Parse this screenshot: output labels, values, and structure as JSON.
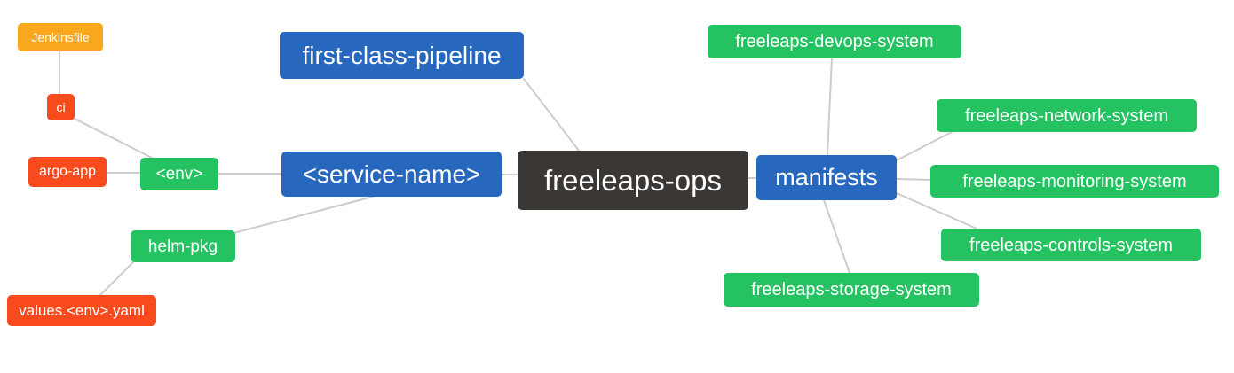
{
  "nodes": {
    "root": {
      "label": "freeleaps-ops",
      "color": "#3B3734"
    },
    "first_class_pipeline": {
      "label": "first-class-pipeline",
      "color": "#2767BE"
    },
    "service_name": {
      "label": "<service-name>",
      "color": "#2767BE"
    },
    "manifests": {
      "label": "manifests",
      "color": "#2767BE"
    },
    "env": {
      "label": "<env>",
      "color": "#25C261"
    },
    "helm_pkg": {
      "label": "helm-pkg",
      "color": "#25C261"
    },
    "ci": {
      "label": "ci",
      "color": "#F84A1D"
    },
    "argo_app": {
      "label": "argo-app",
      "color": "#F84A1D"
    },
    "values_env_yaml": {
      "label": "values.<env>.yaml",
      "color": "#F84A1D"
    },
    "jenkinsfile": {
      "label": "Jenkinsfile",
      "color": "#F9A81D"
    },
    "devops_system": {
      "label": "freeleaps-devops-system",
      "color": "#25C261"
    },
    "network_system": {
      "label": "freeleaps-network-system",
      "color": "#25C261"
    },
    "monitoring_system": {
      "label": "freeleaps-monitoring-system",
      "color": "#25C261"
    },
    "controls_system": {
      "label": "freeleaps-controls-system",
      "color": "#25C261"
    },
    "storage_system": {
      "label": "freeleaps-storage-system",
      "color": "#25C261"
    }
  },
  "edges": [
    {
      "from": "jenkinsfile",
      "to": "ci"
    },
    {
      "from": "ci",
      "to": "env"
    },
    {
      "from": "argo_app",
      "to": "env"
    },
    {
      "from": "env",
      "to": "service_name"
    },
    {
      "from": "helm_pkg",
      "to": "service_name"
    },
    {
      "from": "values_env_yaml",
      "to": "helm_pkg"
    },
    {
      "from": "first_class_pipeline",
      "to": "root"
    },
    {
      "from": "service_name",
      "to": "root"
    },
    {
      "from": "root",
      "to": "manifests"
    },
    {
      "from": "manifests",
      "to": "devops_system"
    },
    {
      "from": "manifests",
      "to": "network_system"
    },
    {
      "from": "manifests",
      "to": "monitoring_system"
    },
    {
      "from": "manifests",
      "to": "controls_system"
    },
    {
      "from": "manifests",
      "to": "storage_system"
    }
  ],
  "colors": {
    "blue": "#2767BE",
    "green": "#25C261",
    "red": "#F84A1D",
    "orange": "#F9A81D",
    "dark": "#3B3734",
    "edge_line": "#CCCCCC",
    "background": "#FFFFFF",
    "node_text": "#FFFFFF"
  }
}
